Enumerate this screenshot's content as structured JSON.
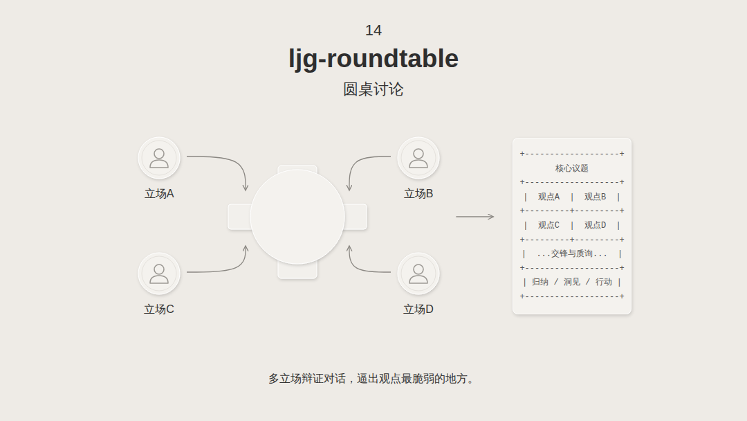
{
  "diagram": {
    "title": "ljg-roundtable",
    "caption": "多立场辩证对话，逼出观点最脆弱的地方。",
    "nodes": [
      {
        "text": [
          "立场A"
        ]
      },
      {
        "text": [
          "立场B"
        ]
      },
      {
        "text": [
          "立场C"
        ]
      },
      {
        "text": [
          "立场D"
        ]
      },
      {
        "text": []
      },
      {
        "text": [
          "+-------------------+",
          "核心议题",
          "+-------------------+",
          "|  观点A  |  观点B  |",
          "+---------+---------+",
          "|  观点C  |  观点D  |",
          "+---------+---------+",
          "|  ...交锋与质询...  |",
          "+-------------------+",
          "| 归纳 / 洞见 / 行动 |",
          "+-------------------+"
        ]
      }
    ],
    "edges": [
      {
        "from": 0,
        "to": 4,
        "arrow": "to"
      },
      {
        "from": 1,
        "to": 4,
        "arrow": "to"
      },
      {
        "from": 2,
        "to": 4,
        "arrow": "to"
      },
      {
        "from": 3,
        "to": 4,
        "arrow": "to"
      },
      {
        "from": 4,
        "to": 5,
        "arrow": "to"
      }
    ],
    "labels": [
      "14",
      "圆桌讨论"
    ]
  }
}
